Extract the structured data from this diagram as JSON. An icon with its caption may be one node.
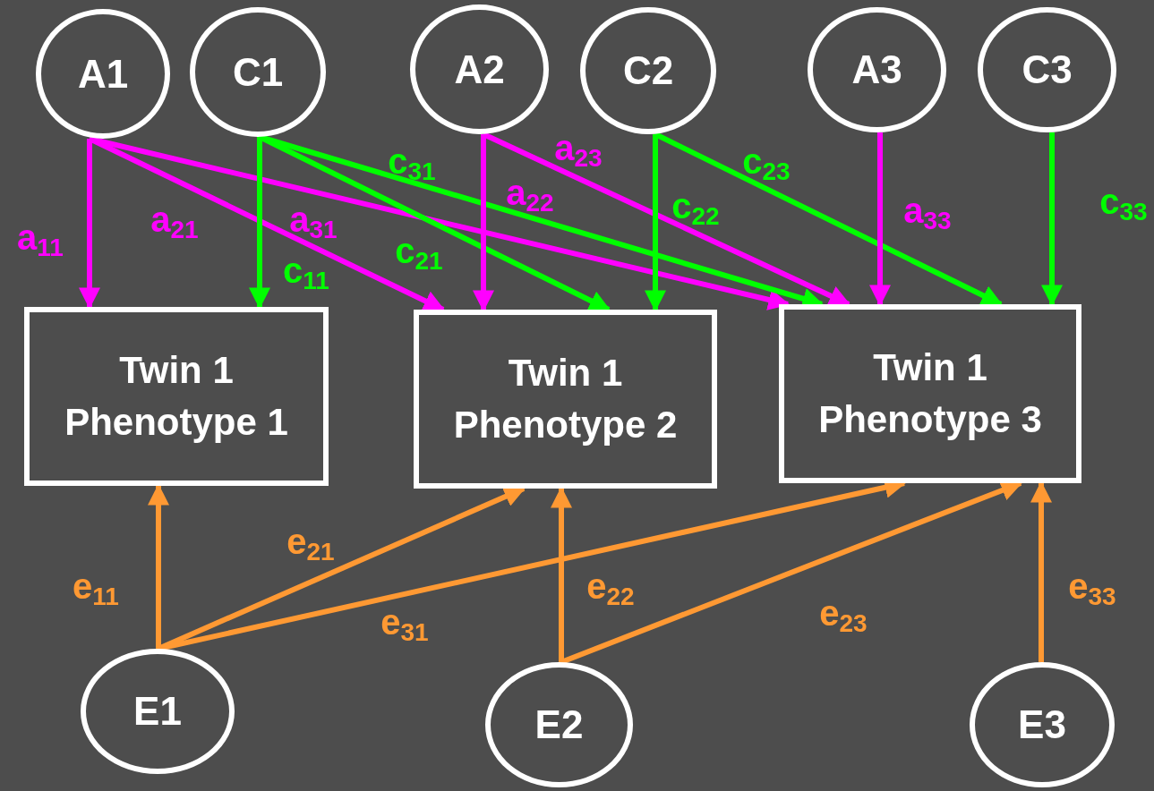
{
  "diagram": {
    "nodes": [
      {
        "text": [
          "A1"
        ]
      },
      {
        "text": [
          "C1"
        ]
      },
      {
        "text": [
          "A2"
        ]
      },
      {
        "text": [
          "C2"
        ]
      },
      {
        "text": [
          "A3"
        ]
      },
      {
        "text": [
          "C3"
        ]
      },
      {
        "text": [
          "Twin 1 Phenotype 1"
        ]
      },
      {
        "text": [
          "Twin 1 Phenotype 2"
        ]
      },
      {
        "text": [
          "Twin 1 Phenotype 3"
        ]
      },
      {
        "text": [
          "E1"
        ]
      },
      {
        "text": [
          "E2"
        ]
      },
      {
        "text": [
          "E3"
        ]
      }
    ],
    "edges": [
      {
        "from": 0,
        "to": 6,
        "arrow": "to",
        "label": "a$_{11}$",
        "color": "#ff00ff"
      },
      {
        "from": 0,
        "to": 7,
        "arrow": "to",
        "label": "a$_{21}$",
        "color": "#ff00ff"
      },
      {
        "from": 0,
        "to": 8,
        "arrow": "to",
        "label": "a$_{31}$",
        "color": "#ff00ff"
      },
      {
        "from": 1,
        "to": 6,
        "arrow": "to",
        "label": "c$_{11}$",
        "color": "#00ff00"
      },
      {
        "from": 1,
        "to": 7,
        "arrow": "to",
        "label": "c$_{21}$",
        "color": "#00ff00"
      },
      {
        "from": 1,
        "to": 8,
        "arrow": "to",
        "label": "c$_{31}$",
        "color": "#00ff00"
      },
      {
        "from": 2,
        "to": 7,
        "arrow": "to",
        "label": "a$_{22}$",
        "color": "#ff00ff"
      },
      {
        "from": 2,
        "to": 8,
        "arrow": "to",
        "label": "a$_{23}$",
        "color": "#ff00ff"
      },
      {
        "from": 3,
        "to": 7,
        "arrow": "to",
        "label": "c$_{22}$",
        "color": "#00ff00"
      },
      {
        "from": 3,
        "to": 8,
        "arrow": "to",
        "label": "c$_{23}$",
        "color": "#00ff00"
      },
      {
        "from": 4,
        "to": 8,
        "arrow": "to",
        "label": "a$_{33}$",
        "color": "#ff00ff"
      },
      {
        "from": 5,
        "to": 8,
        "arrow": "to",
        "label": "c$_{33}$",
        "color": "#00ff00"
      },
      {
        "from": 9,
        "to": 6,
        "arrow": "to",
        "label": "e$_{11}$",
        "color": "#ff9933"
      },
      {
        "from": 9,
        "to": 7,
        "arrow": "to",
        "label": "e$_{21}$",
        "color": "#ff9933"
      },
      {
        "from": 9,
        "to": 8,
        "arrow": "to",
        "label": "e$_{31}$",
        "color": "#ff9933"
      },
      {
        "from": 10,
        "to": 7,
        "arrow": "to",
        "label": "e$_{22}$",
        "color": "#ff9933"
      },
      {
        "from": 10,
        "to": 8,
        "arrow": "to",
        "label": "e$_{23}$",
        "color": "#ff9933"
      },
      {
        "from": 11,
        "to": 8,
        "arrow": "to",
        "label": "e$_{33}$",
        "color": "#ff9933"
      }
    ]
  }
}
